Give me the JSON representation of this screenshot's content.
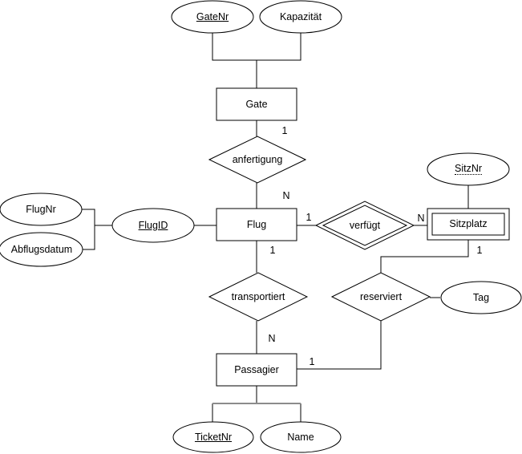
{
  "entities": {
    "gate": "Gate",
    "flug": "Flug",
    "sitzplatz": "Sitzplatz",
    "passagier": "Passagier"
  },
  "relationships": {
    "anfertigung": "anfertigung",
    "verfuegt": "verfügt",
    "transportiert": "transportiert",
    "reserviert": "reserviert"
  },
  "attributes": {
    "gatenr": "GateNr",
    "kapazitaet": "Kapazität",
    "flugnr": "FlugNr",
    "abflugsdatum": "Abflugsdatum",
    "flugid": "FlugID",
    "sitznr": "SitzNr",
    "tag": "Tag",
    "ticketnr": "TicketNr",
    "name": "Name"
  },
  "key_attributes": [
    "GateNr",
    "FlugID",
    "TicketNr"
  ],
  "partial_key_attributes": [
    "SitzNr"
  ],
  "weak_entities": [
    "Sitzplatz"
  ],
  "identifying_relationships": [
    "verfügt"
  ],
  "cardinalities": {
    "gate_anfertigung": "1",
    "anfertigung_flug": "N",
    "flug_verfuegt": "1",
    "verfuegt_sitzplatz": "N",
    "sitzplatz_reserviert": "1",
    "flug_transportiert": "1",
    "transportiert_passagier": "N",
    "passagier_reserviert": "1"
  },
  "colors": {
    "line": "#000000",
    "attribute_join_bar": "#8c8c8c",
    "background": "#ffffff",
    "text": "#000000"
  }
}
